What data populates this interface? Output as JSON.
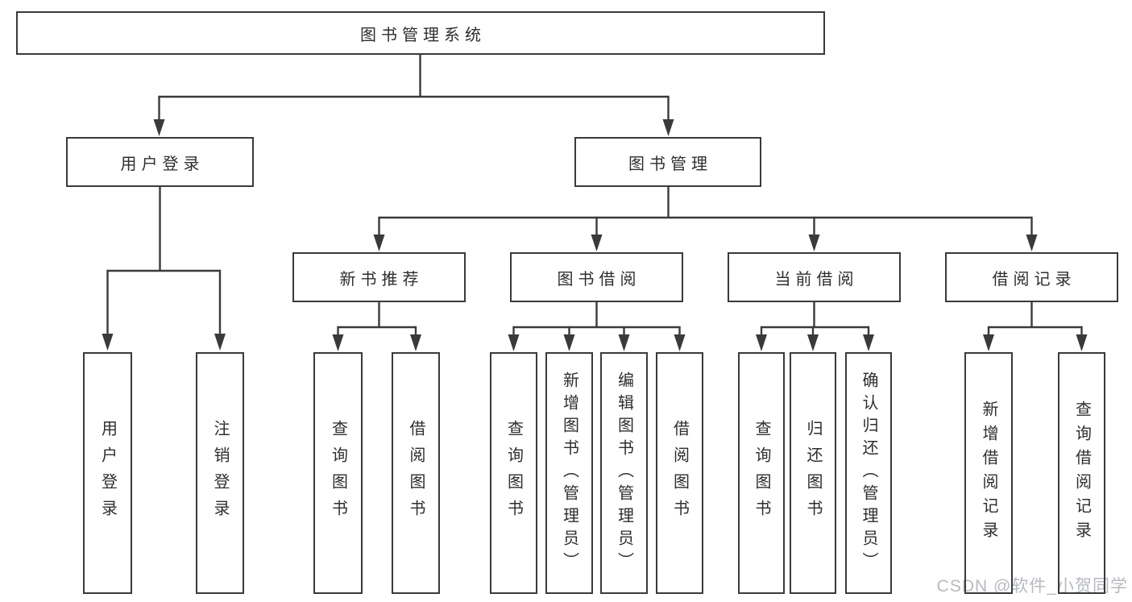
{
  "root": {
    "label": "图书管理系统"
  },
  "level2": [
    {
      "label": "用户登录"
    },
    {
      "label": "图书管理"
    }
  ],
  "level3": [
    {
      "label": "新书推荐"
    },
    {
      "label": "图书借阅"
    },
    {
      "label": "当前借阅"
    },
    {
      "label": "借阅记录"
    }
  ],
  "leaves": [
    {
      "label": "用户登录",
      "parent": "用户登录"
    },
    {
      "label": "注销登录",
      "parent": "用户登录"
    },
    {
      "label": "查询图书",
      "parent": "新书推荐"
    },
    {
      "label": "借阅图书",
      "parent": "新书推荐"
    },
    {
      "label": "查询图书",
      "parent": "图书借阅"
    },
    {
      "label": "新增图书（管理员）",
      "parent": "图书借阅"
    },
    {
      "label": "编辑图书（管理员）",
      "parent": "图书借阅"
    },
    {
      "label": "借阅图书",
      "parent": "图书借阅"
    },
    {
      "label": "查询图书",
      "parent": "当前借阅"
    },
    {
      "label": "归还图书",
      "parent": "当前借阅"
    },
    {
      "label": "确认归还（管理员）",
      "parent": "当前借阅"
    },
    {
      "label": "新增借阅记录",
      "parent": "借阅记录"
    },
    {
      "label": "查询借阅记录",
      "parent": "借阅记录"
    }
  ],
  "watermark": {
    "text": "CSDN @软件_小贺同学"
  },
  "colors": {
    "line": "#3a3a3a",
    "text": "#2e2e2e",
    "background": "#ffffff",
    "watermark": "#b6bac0"
  }
}
